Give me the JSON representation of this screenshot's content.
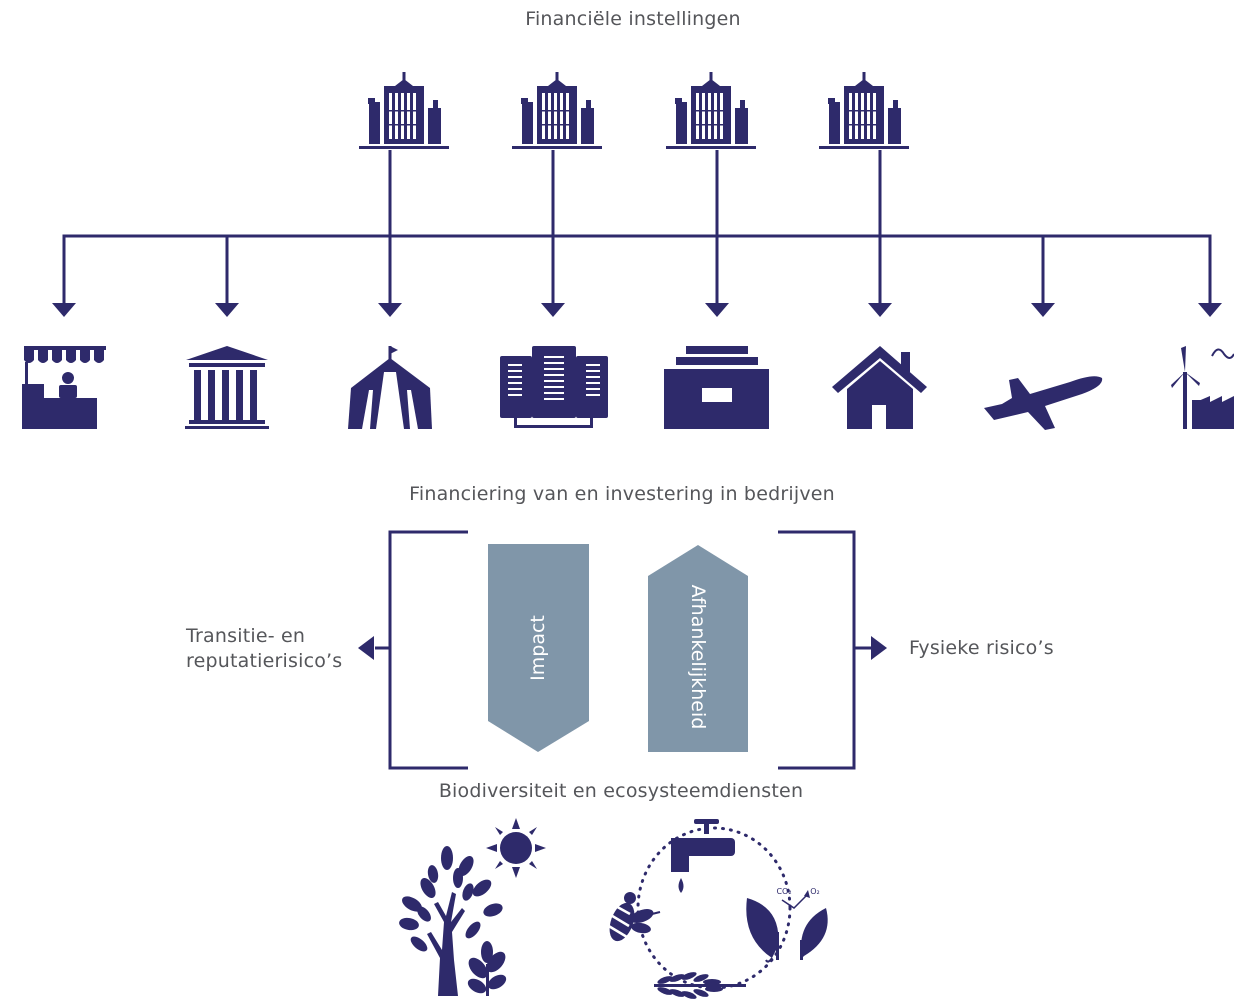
{
  "labels": {
    "financial_institutions": "Financiële instellingen",
    "companies": "Financiering van en investering in bedrijven",
    "transition_risks_line1": "Transitie- en",
    "transition_risks_line2": "reputatierisico’s",
    "physical_risks": "Fysieke risico’s",
    "biodiversity": "Biodiversiteit en ecosysteemdiensten",
    "impact": "Impact",
    "dependency": "Afhankelijkheid",
    "co2": "CO₂",
    "o2": "O₂"
  },
  "icons": {
    "institutions": [
      "office-building-icon",
      "office-building-icon",
      "office-building-icon",
      "office-building-icon"
    ],
    "sectors": [
      "market-stall-icon",
      "government-building-icon",
      "circus-tent-icon",
      "data-center-icon",
      "warehouse-icon",
      "house-icon",
      "airplane-icon",
      "wind-turbine-factory-icon"
    ],
    "nature": [
      "tree-icon",
      "sun-icon",
      "ecosystem-cycle-icon"
    ]
  },
  "colors": {
    "navy": "#2e2a6b",
    "arrow_gray": "#8096a9",
    "text": "#55565a"
  }
}
